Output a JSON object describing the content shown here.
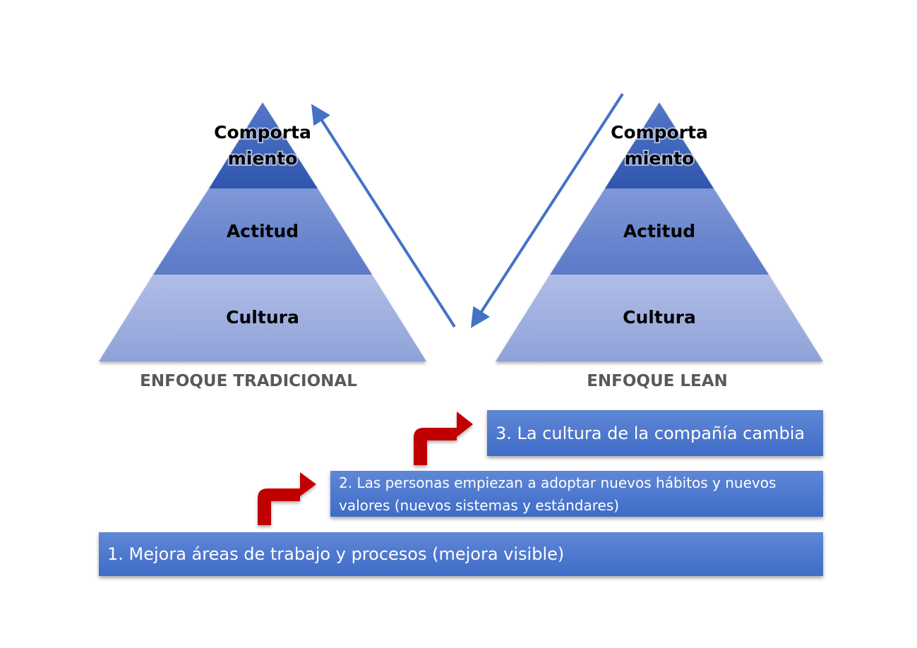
{
  "pyramids": [
    {
      "tiers": {
        "top": [
          "Comporta",
          "miento"
        ],
        "middle": "Actitud",
        "bottom": "Cultura"
      },
      "caption": "ENFOQUE TRADICIONAL"
    },
    {
      "tiers": {
        "top": [
          "Comporta",
          "miento"
        ],
        "middle": "Actitud",
        "bottom": "Cultura"
      },
      "caption": "ENFOQUE LEAN"
    }
  ],
  "steps": [
    {
      "text": "1. Mejora áreas de trabajo y procesos (mejora visible)"
    },
    {
      "text": "2. Las personas empiezan a adoptar nuevos hábitos y nuevos valores (nuevos sistemas y estándares)"
    },
    {
      "text": "3. La cultura de la compañía cambia"
    }
  ],
  "colors": {
    "tier_top": "#3a62b8",
    "tier_middle": "#6585cf",
    "tier_bottom": "#a7b5e0",
    "arrow_blue": "#4472c4",
    "arrow_red": "#c00000",
    "step_fill": "#4a74cb",
    "caption_text": "#595959"
  }
}
